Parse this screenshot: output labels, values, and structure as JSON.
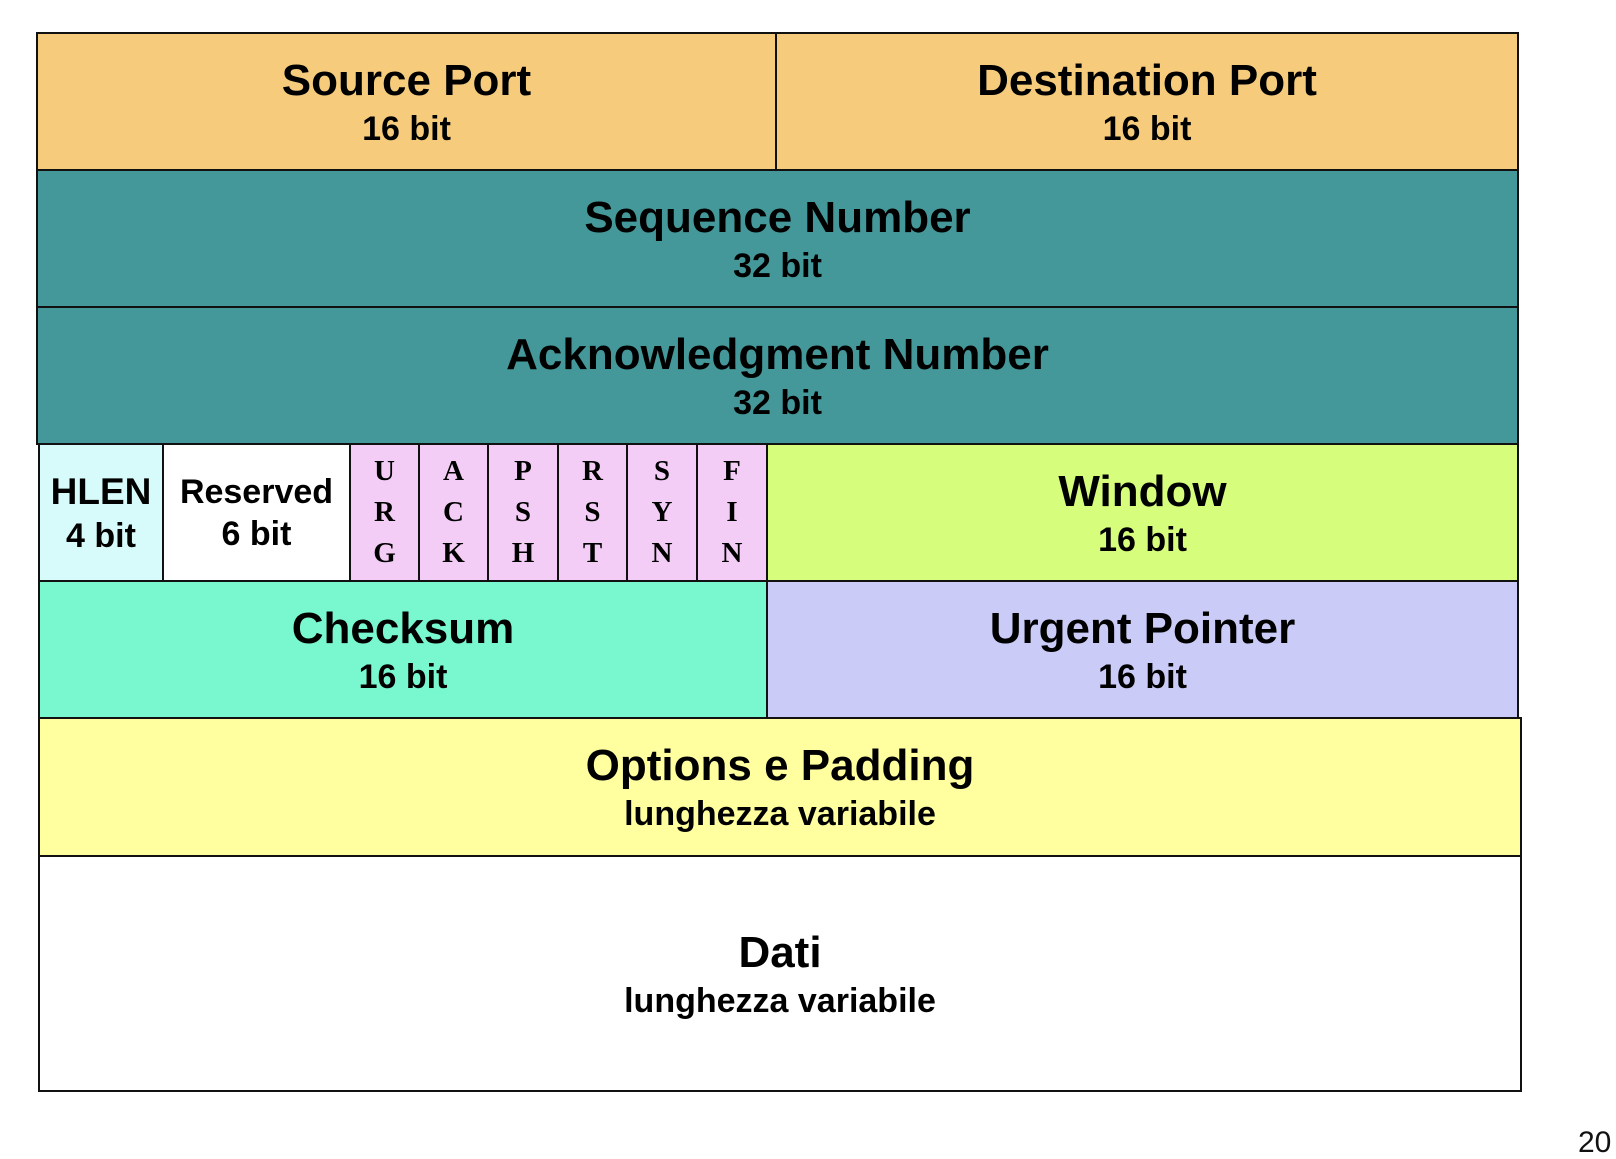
{
  "colors": {
    "ports": "#f6cc7c",
    "seq_ack": "#44989a",
    "hlen": "#d7fbfb",
    "reserved": "#ffffff",
    "flags": "#f4cdf6",
    "window": "#d6fd7b",
    "checksum": "#79f7cf",
    "urgent": "#cbcbf8",
    "options": "#ffff9f",
    "data": "#ffffff"
  },
  "fields": {
    "source_port": {
      "name": "Source Port",
      "size": "16 bit"
    },
    "destination_port": {
      "name": "Destination Port",
      "size": "16 bit"
    },
    "sequence_number": {
      "name": "Sequence Number",
      "size": "32 bit"
    },
    "acknowledgment_number": {
      "name": "Acknowledgment Number",
      "size": "32 bit"
    },
    "hlen": {
      "name": "HLEN",
      "size": "4 bit"
    },
    "reserved": {
      "name": "Reserved",
      "size": "6 bit"
    },
    "flags": [
      {
        "letters": [
          "U",
          "R",
          "G"
        ]
      },
      {
        "letters": [
          "A",
          "C",
          "K"
        ]
      },
      {
        "letters": [
          "P",
          "S",
          "H"
        ]
      },
      {
        "letters": [
          "R",
          "S",
          "T"
        ]
      },
      {
        "letters": [
          "S",
          "Y",
          "N"
        ]
      },
      {
        "letters": [
          "F",
          "I",
          "N"
        ]
      }
    ],
    "window": {
      "name": "Window",
      "size": "16 bit"
    },
    "checksum": {
      "name": "Checksum",
      "size": "16 bit"
    },
    "urgent_pointer": {
      "name": "Urgent Pointer",
      "size": "16 bit"
    },
    "options_padding": {
      "name": "Options e Padding",
      "size": "lunghezza variabile"
    },
    "data": {
      "name": "Dati",
      "size": "lunghezza variabile"
    }
  },
  "page_number": "20"
}
